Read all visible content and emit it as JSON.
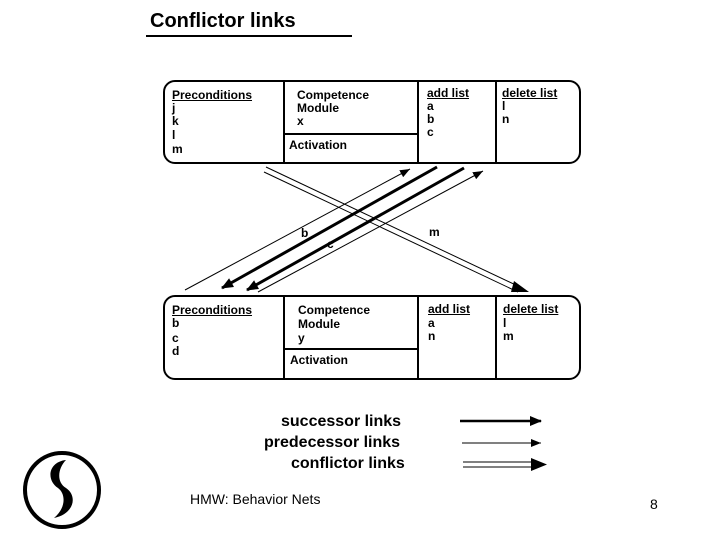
{
  "slide": {
    "title": "Conflictor links",
    "footer": "HMW: Behavior Nets",
    "page_number": "8"
  },
  "modules": {
    "top": {
      "preconditions_header": "Preconditions",
      "preconditions": [
        "j",
        "k",
        "l",
        "m"
      ],
      "name_lines": [
        "Competence",
        "Module",
        "x"
      ],
      "activation_label": "Activation",
      "add_list_header": "add list",
      "add_list": [
        "a",
        "b",
        "c"
      ],
      "delete_list_header": "delete list",
      "delete_list": [
        "l",
        "n"
      ]
    },
    "bottom": {
      "preconditions_header": "Preconditions",
      "preconditions": [
        "b",
        "c",
        "d"
      ],
      "name_lines": [
        "Competence",
        "Module",
        "y"
      ],
      "activation_label": "Activation",
      "add_list_header": "add list",
      "add_list": [
        "a",
        "n"
      ],
      "delete_list_header": "delete list",
      "delete_list": [
        "l",
        "m"
      ]
    }
  },
  "link_labels": {
    "b": "b",
    "c": "c",
    "m": "m"
  },
  "legend": {
    "successor": "successor links",
    "predecessor": "predecessor links",
    "conflictor": "conflictor links"
  }
}
